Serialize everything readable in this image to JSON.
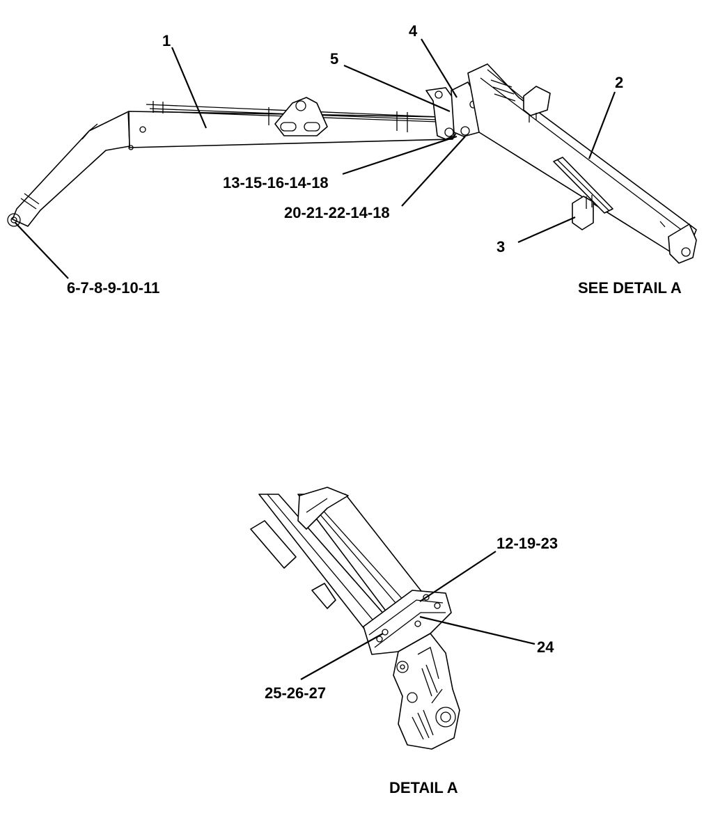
{
  "callouts": {
    "c1": "1",
    "c2": "2",
    "c3": "3",
    "c4": "4",
    "c5": "5",
    "c13": "13-15-16-14-18",
    "c20": "20-21-22-14-18",
    "c6": "6-7-8-9-10-11",
    "see_detail": "SEE DETAIL A",
    "c12": "12-19-23",
    "c24": "24",
    "c25": "25-26-27"
  },
  "detail_caption": "DETAIL A"
}
